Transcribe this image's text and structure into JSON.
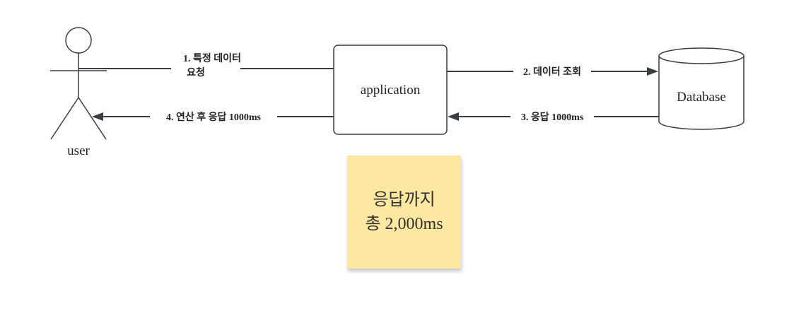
{
  "nodes": {
    "user": {
      "label": "user"
    },
    "application": {
      "label": "application"
    },
    "database": {
      "label": "Database"
    }
  },
  "edges": [
    {
      "id": "request",
      "lines": [
        "1. 특정 데이터",
        "요청"
      ]
    },
    {
      "id": "query",
      "lines": [
        "2. 데이터 조회"
      ]
    },
    {
      "id": "db-response",
      "lines": [
        "3. 응답 1000ms"
      ]
    },
    {
      "id": "final-response",
      "lines": [
        "4. 연산 후 응답 1000ms"
      ]
    }
  ],
  "note": {
    "lines": [
      "응답까지",
      "총 2,000ms"
    ],
    "color": "#fde8a2"
  },
  "colors": {
    "stroke": "#3a3d44"
  }
}
